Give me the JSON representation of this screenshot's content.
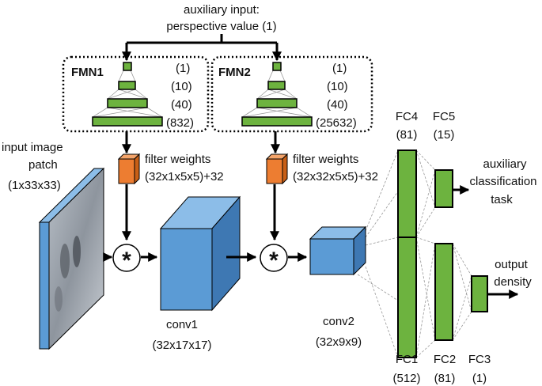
{
  "auxiliary_input": {
    "line1": "auxiliary input:",
    "line2": "perspective value (1)"
  },
  "fmn1": {
    "title": "FMN1",
    "layers": [
      "(1)",
      "(10)",
      "(40)",
      "(832)"
    ]
  },
  "fmn2": {
    "title": "FMN2",
    "layers": [
      "(1)",
      "(10)",
      "(40)",
      "(25632)"
    ]
  },
  "filter1": {
    "line1": "filter weights",
    "line2": "(32x1x5x5)+32"
  },
  "filter2": {
    "line1": "filter weights",
    "line2": "(32x32x5x5)+32"
  },
  "input_patch": {
    "line1": "input image",
    "line2": "patch",
    "line3": "(1x33x33)"
  },
  "conv1": {
    "name": "conv1",
    "dims": "(32x17x17)"
  },
  "conv2": {
    "name": "conv2",
    "dims": "(32x9x9)"
  },
  "fc4": {
    "name": "FC4",
    "size": "(81)"
  },
  "fc5": {
    "name": "FC5",
    "size": "(15)"
  },
  "fc1": {
    "name": "FC1",
    "size": "(512)"
  },
  "fc2": {
    "name": "FC2",
    "size": "(81)"
  },
  "fc3": {
    "name": "FC3",
    "size": "(1)"
  },
  "aux_task": {
    "line1": "auxiliary",
    "line2": "classification",
    "line3": "task"
  },
  "output": {
    "line1": "output",
    "line2": "density"
  },
  "operator_symbol": "*",
  "colors": {
    "green": "#6db33f",
    "blue_front": "#5b9bd5",
    "blue_top": "#8cbde8",
    "blue_side": "#3e78b3",
    "orange": "#ed7d31"
  }
}
